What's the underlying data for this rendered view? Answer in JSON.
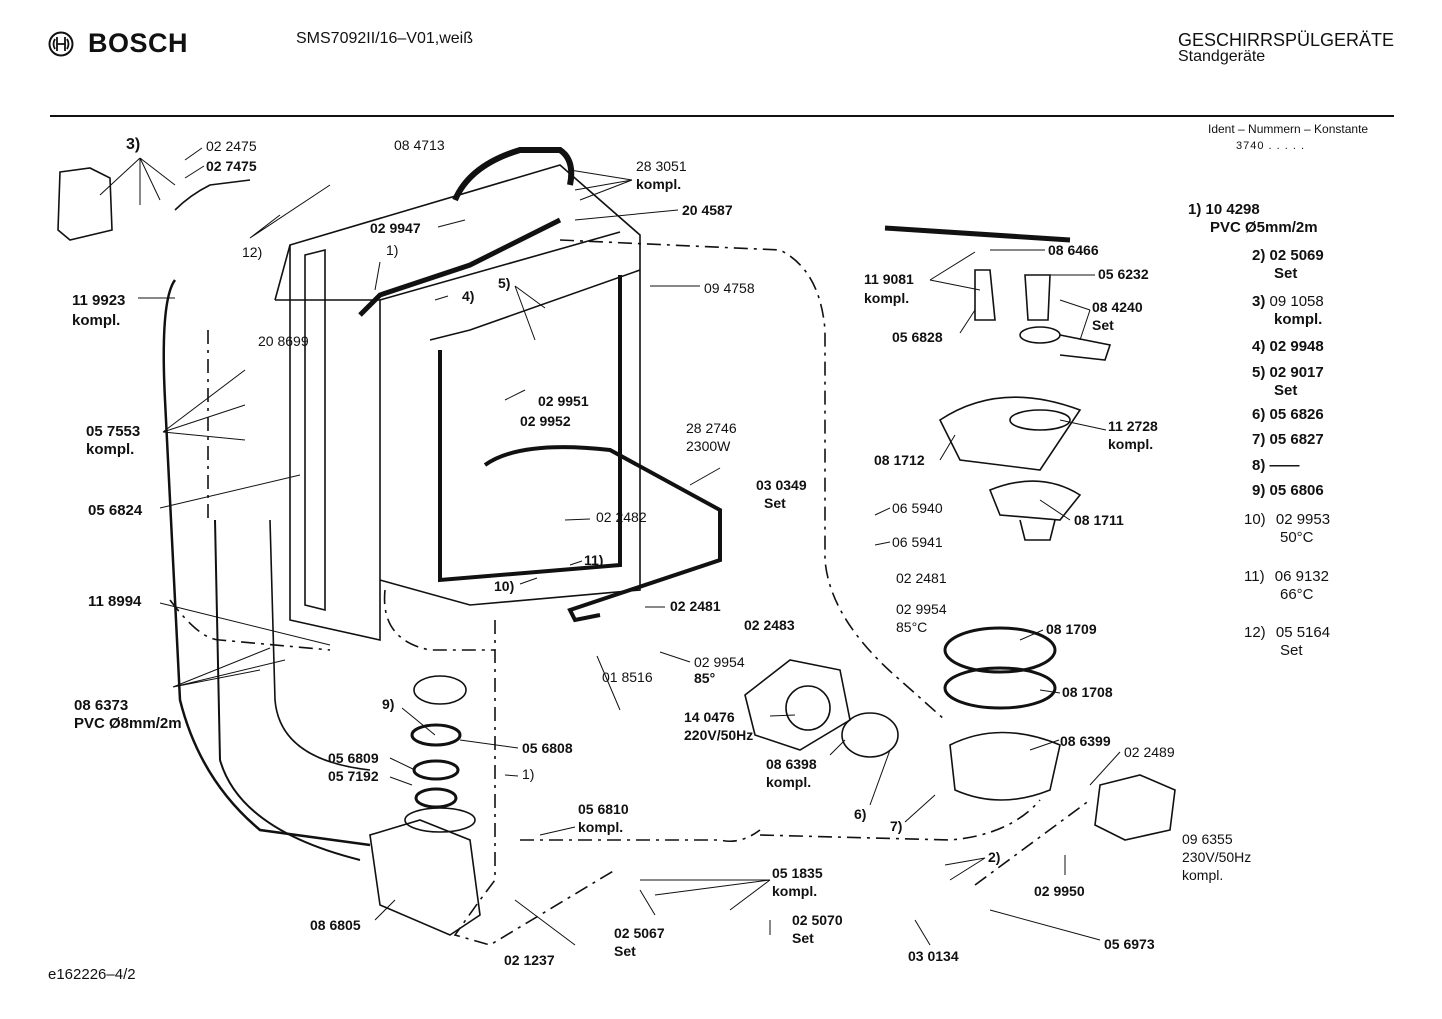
{
  "header": {
    "brand": "BOSCH",
    "model": "SMS7092II/16–V01,weiß",
    "category": "GESCHIRRSPÜLGERÄTE",
    "subcategory": "Standgeräte",
    "ident_label": "Ident – Nummern – Konstante",
    "ident_value": "3740 . . . . ."
  },
  "footer": {
    "doc_id": "e162226–4/2"
  },
  "legend": [
    {
      "key": "1)",
      "value": "10 4298",
      "sub": "PVC Ø5mm/2m",
      "bold": true
    },
    {
      "key": "2)",
      "value": "02 5069",
      "sub": "Set",
      "bold": true
    },
    {
      "key": "3)",
      "value": "09 1058",
      "sub": "kompl.",
      "bold": false
    },
    {
      "key": "4)",
      "value": "02 9948",
      "sub": "",
      "bold": true
    },
    {
      "key": "5)",
      "value": "02 9017",
      "sub": "Set",
      "bold": true
    },
    {
      "key": "6)",
      "value": "05 6826",
      "sub": "",
      "bold": true
    },
    {
      "key": "7)",
      "value": "05 6827",
      "sub": "",
      "bold": true
    },
    {
      "key": "8)",
      "value": "——",
      "sub": "",
      "bold": true
    },
    {
      "key": "9)",
      "value": "05 6806",
      "sub": "",
      "bold": true
    },
    {
      "key": "10)",
      "value": "02 9953",
      "sub": "50°C",
      "bold": false
    },
    {
      "key": "11)",
      "value": "06 9132",
      "sub": "66°C",
      "bold": false
    },
    {
      "key": "12)",
      "value": "05 5164",
      "sub": "Set",
      "bold": false
    }
  ],
  "parts": [
    {
      "text": "3)",
      "bold": true
    },
    {
      "text": "02 2475",
      "bold": false
    },
    {
      "text": "02 7475",
      "bold": true
    },
    {
      "text": "12)",
      "bold": false
    },
    {
      "text": "08 4713",
      "bold": false
    },
    {
      "text": "28 3051",
      "bold": false
    },
    {
      "text": "kompl.",
      "bold": true
    },
    {
      "text": "20 4587",
      "bold": true
    },
    {
      "text": "02 9947",
      "bold": true
    },
    {
      "text": "1)",
      "bold": false
    },
    {
      "text": "4)",
      "bold": true
    },
    {
      "text": "5)",
      "bold": true
    },
    {
      "text": "09 4758",
      "bold": false
    },
    {
      "text": "11 9923",
      "bold": true
    },
    {
      "text": "kompl.",
      "bold": true
    },
    {
      "text": "20 8699",
      "bold": false
    },
    {
      "text": "02 9951",
      "bold": true
    },
    {
      "text": "02 9952",
      "bold": true
    },
    {
      "text": "05 7553",
      "bold": true
    },
    {
      "text": "kompl.",
      "bold": true
    },
    {
      "text": "28 2746",
      "bold": false
    },
    {
      "text": "2300W",
      "bold": false
    },
    {
      "text": "05 6824",
      "bold": true
    },
    {
      "text": "02 2482",
      "bold": false
    },
    {
      "text": "03 0349",
      "bold": true
    },
    {
      "text": "Set",
      "bold": true
    },
    {
      "text": "11)",
      "bold": true
    },
    {
      "text": "10)",
      "bold": true
    },
    {
      "text": "11 8994",
      "bold": true
    },
    {
      "text": "02 2481",
      "bold": true
    },
    {
      "text": "02 2483",
      "bold": true
    },
    {
      "text": "02 9954",
      "bold": false
    },
    {
      "text": "85°",
      "bold": true
    },
    {
      "text": "08 6373",
      "bold": true
    },
    {
      "text": "PVC Ø8mm/2m",
      "bold": true
    },
    {
      "text": "01 8516",
      "bold": false
    },
    {
      "text": "9)",
      "bold": true
    },
    {
      "text": "05 6808",
      "bold": true
    },
    {
      "text": "05 6809",
      "bold": true
    },
    {
      "text": "05 7192",
      "bold": true
    },
    {
      "text": "1)",
      "bold": false
    },
    {
      "text": "05 6810",
      "bold": true
    },
    {
      "text": "kompl.",
      "bold": true
    },
    {
      "text": "08 6805",
      "bold": true
    },
    {
      "text": "02 1237",
      "bold": true
    },
    {
      "text": "05 1835",
      "bold": true
    },
    {
      "text": "kompl.",
      "bold": true
    },
    {
      "text": "02 5067",
      "bold": true
    },
    {
      "text": "Set",
      "bold": true
    },
    {
      "text": "02 5070",
      "bold": true
    },
    {
      "text": "Set",
      "bold": true
    },
    {
      "text": "14 0476",
      "bold": true
    },
    {
      "text": "220V/50Hz",
      "bold": true
    },
    {
      "text": "08 6398",
      "bold": true
    },
    {
      "text": "kompl.",
      "bold": true
    },
    {
      "text": "6)",
      "bold": true
    },
    {
      "text": "7)",
      "bold": true
    },
    {
      "text": "08 6466",
      "bold": true
    },
    {
      "text": "11 9081",
      "bold": true
    },
    {
      "text": "kompl.",
      "bold": true
    },
    {
      "text": "05 6232",
      "bold": true
    },
    {
      "text": "08 4240",
      "bold": true
    },
    {
      "text": "Set",
      "bold": true
    },
    {
      "text": "05 6828",
      "bold": true
    },
    {
      "text": "11 2728",
      "bold": true
    },
    {
      "text": "kompl.",
      "bold": true
    },
    {
      "text": "08 1712",
      "bold": true
    },
    {
      "text": "08 1711",
      "bold": true
    },
    {
      "text": "06 5940",
      "bold": false
    },
    {
      "text": "06 5941",
      "bold": false
    },
    {
      "text": "02 2481",
      "bold": false
    },
    {
      "text": "02 9954",
      "bold": false
    },
    {
      "text": "85°C",
      "bold": false
    },
    {
      "text": "08 1709",
      "bold": true
    },
    {
      "text": "08 1708",
      "bold": true
    },
    {
      "text": "08 6399",
      "bold": true
    },
    {
      "text": "02 2489",
      "bold": false
    },
    {
      "text": "09 6355",
      "bold": false
    },
    {
      "text": "230V/50Hz",
      "bold": false
    },
    {
      "text": "kompl.",
      "bold": false
    },
    {
      "text": "2)",
      "bold": true
    },
    {
      "text": "02 9950",
      "bold": true
    },
    {
      "text": "03 0134",
      "bold": true
    },
    {
      "text": "05 6973",
      "bold": true
    }
  ]
}
